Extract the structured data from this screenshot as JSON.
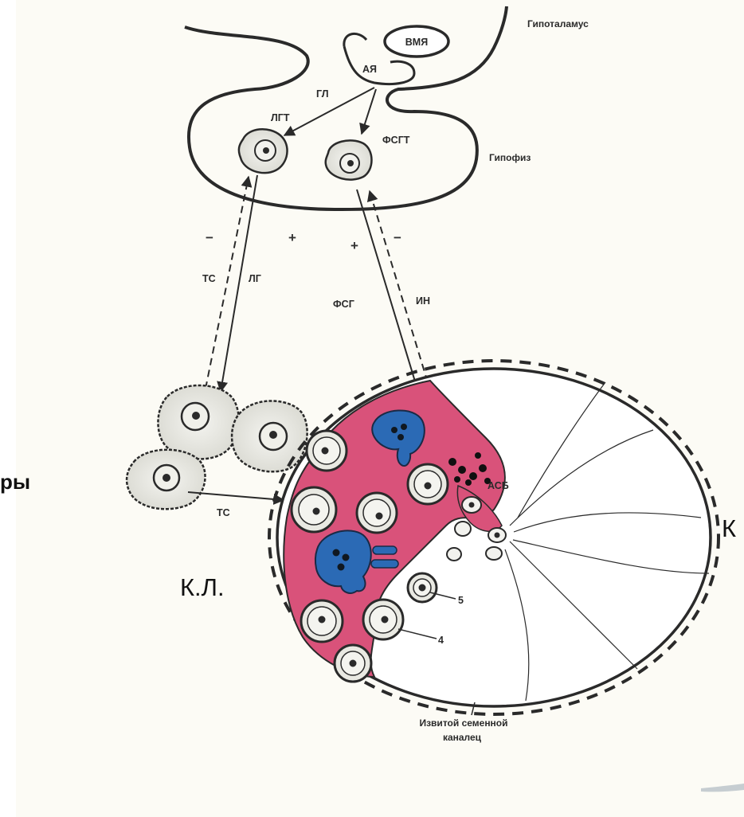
{
  "colors": {
    "background": "#ffffff",
    "page_tint": "#faf7ec",
    "line": "#2a2a2a",
    "cytoplasm_pink": "#d9527a",
    "spermatogonia_blue": "#2b6ab5",
    "cell_fill": "#eeeeea"
  },
  "labels": {
    "hypothalamus": "Гипоталамус",
    "vmya": "ВМЯ",
    "ayya": "АЯ",
    "gl": "ГЛ",
    "lgt": "ЛГТ",
    "fsgt": "ФСГТ",
    "pituitary": "Гипофиз",
    "ts_left": "ТС",
    "lg": "ЛГ",
    "fsg": "ФСГ",
    "inh": "ИН",
    "ts_bottom": "ТС",
    "asb": "АСБ",
    "num5": "5",
    "num4": "4",
    "kl": "К.Л.",
    "right_cropped": "К",
    "left_cropped": "ры",
    "tubule_caption_line1": "Извитой семенной",
    "tubule_caption_line2": "каналец"
  },
  "signs": {
    "minus_left": "−",
    "plus_left": "+",
    "plus_right": "+",
    "minus_right": "−"
  }
}
